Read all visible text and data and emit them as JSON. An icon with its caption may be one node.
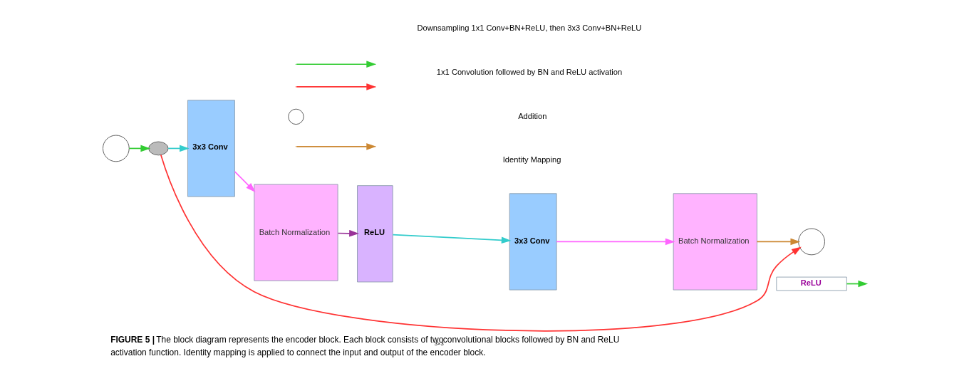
{
  "diagram": {
    "caption": "**FIGURE 5 |** The block diagram represents the encoder block. Each block consists of two$_{3×3}$convolutional blocks followed by BN and ReLU activation function. Identity mapping is applied to connect the input and output of the encoder block.",
    "nodes": [
      {
        "text": [],
        "shape": "circle"
      },
      {
        "text": [],
        "shape": "circle"
      },
      {
        "text": [
          "3x3 Conv"
        ]
      },
      {
        "text": [
          "Batch Normalization"
        ]
      },
      {
        "text": [
          "ReLU"
        ]
      },
      {
        "text": [
          "3x3 Conv"
        ]
      },
      {
        "text": [
          "Batch Normalization"
        ]
      },
      {
        "text": [],
        "shape": "circle"
      },
      {
        "text": [
          "ReLU"
        ]
      },
      {
        "text": [],
        "shape": "circle"
      }
    ],
    "edges": [
      {
        "from": 0,
        "to": 1,
        "arrow": "to",
        "color": "#33cc33"
      },
      {
        "from": 1,
        "to": 2,
        "arrow": "to",
        "color": "#33cccc"
      },
      {
        "from": 2,
        "to": 3,
        "arrow": "to",
        "color": "#ff66ff"
      },
      {
        "from": 3,
        "to": 4,
        "arrow": "to",
        "color": "#993399"
      },
      {
        "from": 4,
        "to": 5,
        "arrow": "to",
        "color": "#33cccc"
      },
      {
        "from": 5,
        "to": 6,
        "arrow": "to",
        "color": "#ff66ff"
      },
      {
        "from": 6,
        "to": 7,
        "arrow": "to",
        "color": "#cc8833"
      },
      {
        "from": 1,
        "to": 7,
        "arrow": "to",
        "color": "#ff3333"
      },
      {
        "from": 8,
        "to": null,
        "arrow": "to",
        "color": "#33cc33"
      }
    ],
    "legend": [
      {
        "text": "Downsampling 1x1 Conv+BN+ReLU, then 3x3 Conv+BN+ReLU"
      },
      {
        "text": "1x1 Convolution followed by BN and ReLU activation"
      },
      {
        "text": "Addition"
      },
      {
        "text": "Identity Mapping"
      }
    ]
  }
}
